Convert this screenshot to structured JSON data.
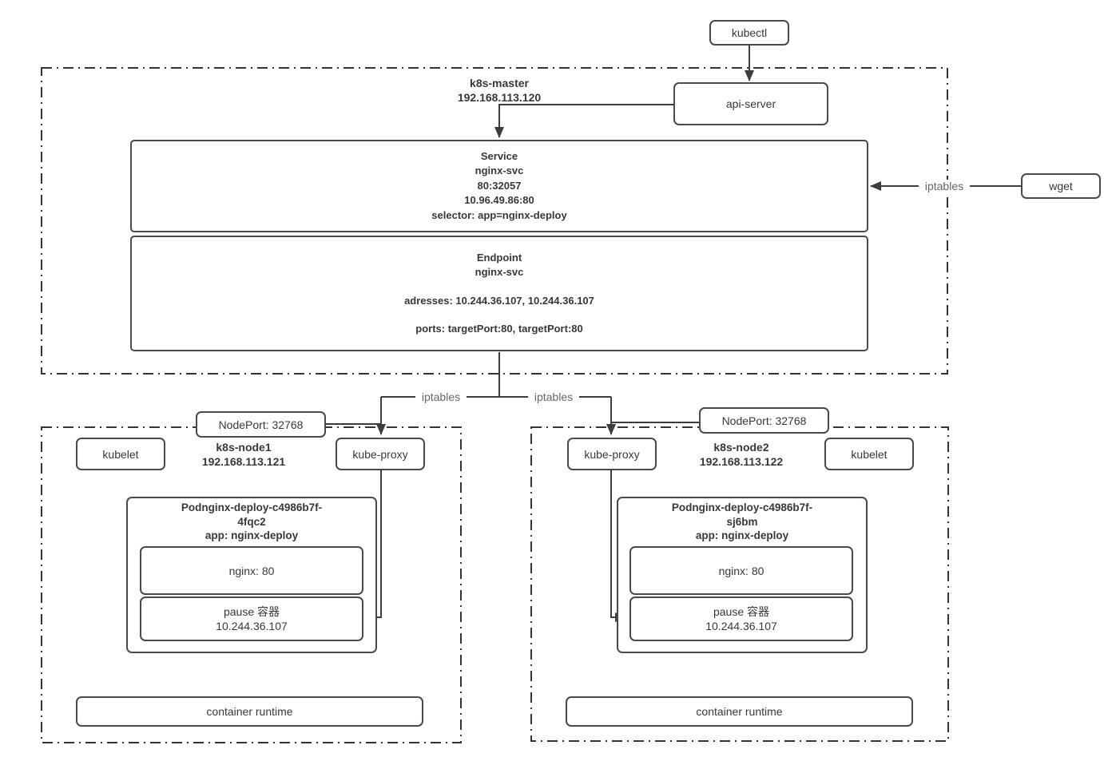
{
  "colors": {
    "line": "#3d3d3d",
    "text": "#383838",
    "muted_label": "#666666"
  },
  "kubectl_label": "kubectl",
  "api_server_label": "api-server",
  "wget_label": "wget",
  "iptables_label": "iptables",
  "master": {
    "name": "k8s-master",
    "ip": "192.168.113.120",
    "service": {
      "title": "Service",
      "name": "nginx-svc",
      "ports": "80:32057",
      "cluster_ip": "10.96.49.86:80",
      "selector": "selector: app=nginx-deploy"
    },
    "endpoint": {
      "title": "Endpoint",
      "name": "nginx-svc",
      "addresses": "adresses: 10.244.36.107, 10.244.36.107",
      "ports": "ports: targetPort:80, targetPort:80"
    }
  },
  "node1": {
    "nodeport": "NodePort: 32768",
    "name": "k8s-node1",
    "ip": "192.168.113.121",
    "kubelet": "kubelet",
    "kube_proxy": "kube-proxy",
    "pod": {
      "title_line1": "Podnginx-deploy-c4986b7f-",
      "title_line2": "4fqc2",
      "title_line3": "app: nginx-deploy",
      "nginx": "nginx: 80",
      "pause_name": "pause 容器",
      "pause_ip": "10.244.36.107"
    },
    "container_runtime": "container runtime"
  },
  "node2": {
    "nodeport": "NodePort: 32768",
    "name": "k8s-node2",
    "ip": "192.168.113.122",
    "kubelet": "kubelet",
    "kube_proxy": "kube-proxy",
    "pod": {
      "title_line1": "Podnginx-deploy-c4986b7f-",
      "title_line2": "sj6bm",
      "title_line3": "app: nginx-deploy",
      "nginx": "nginx: 80",
      "pause_name": "pause 容器",
      "pause_ip": "10.244.36.107"
    },
    "container_runtime": "container runtime"
  }
}
